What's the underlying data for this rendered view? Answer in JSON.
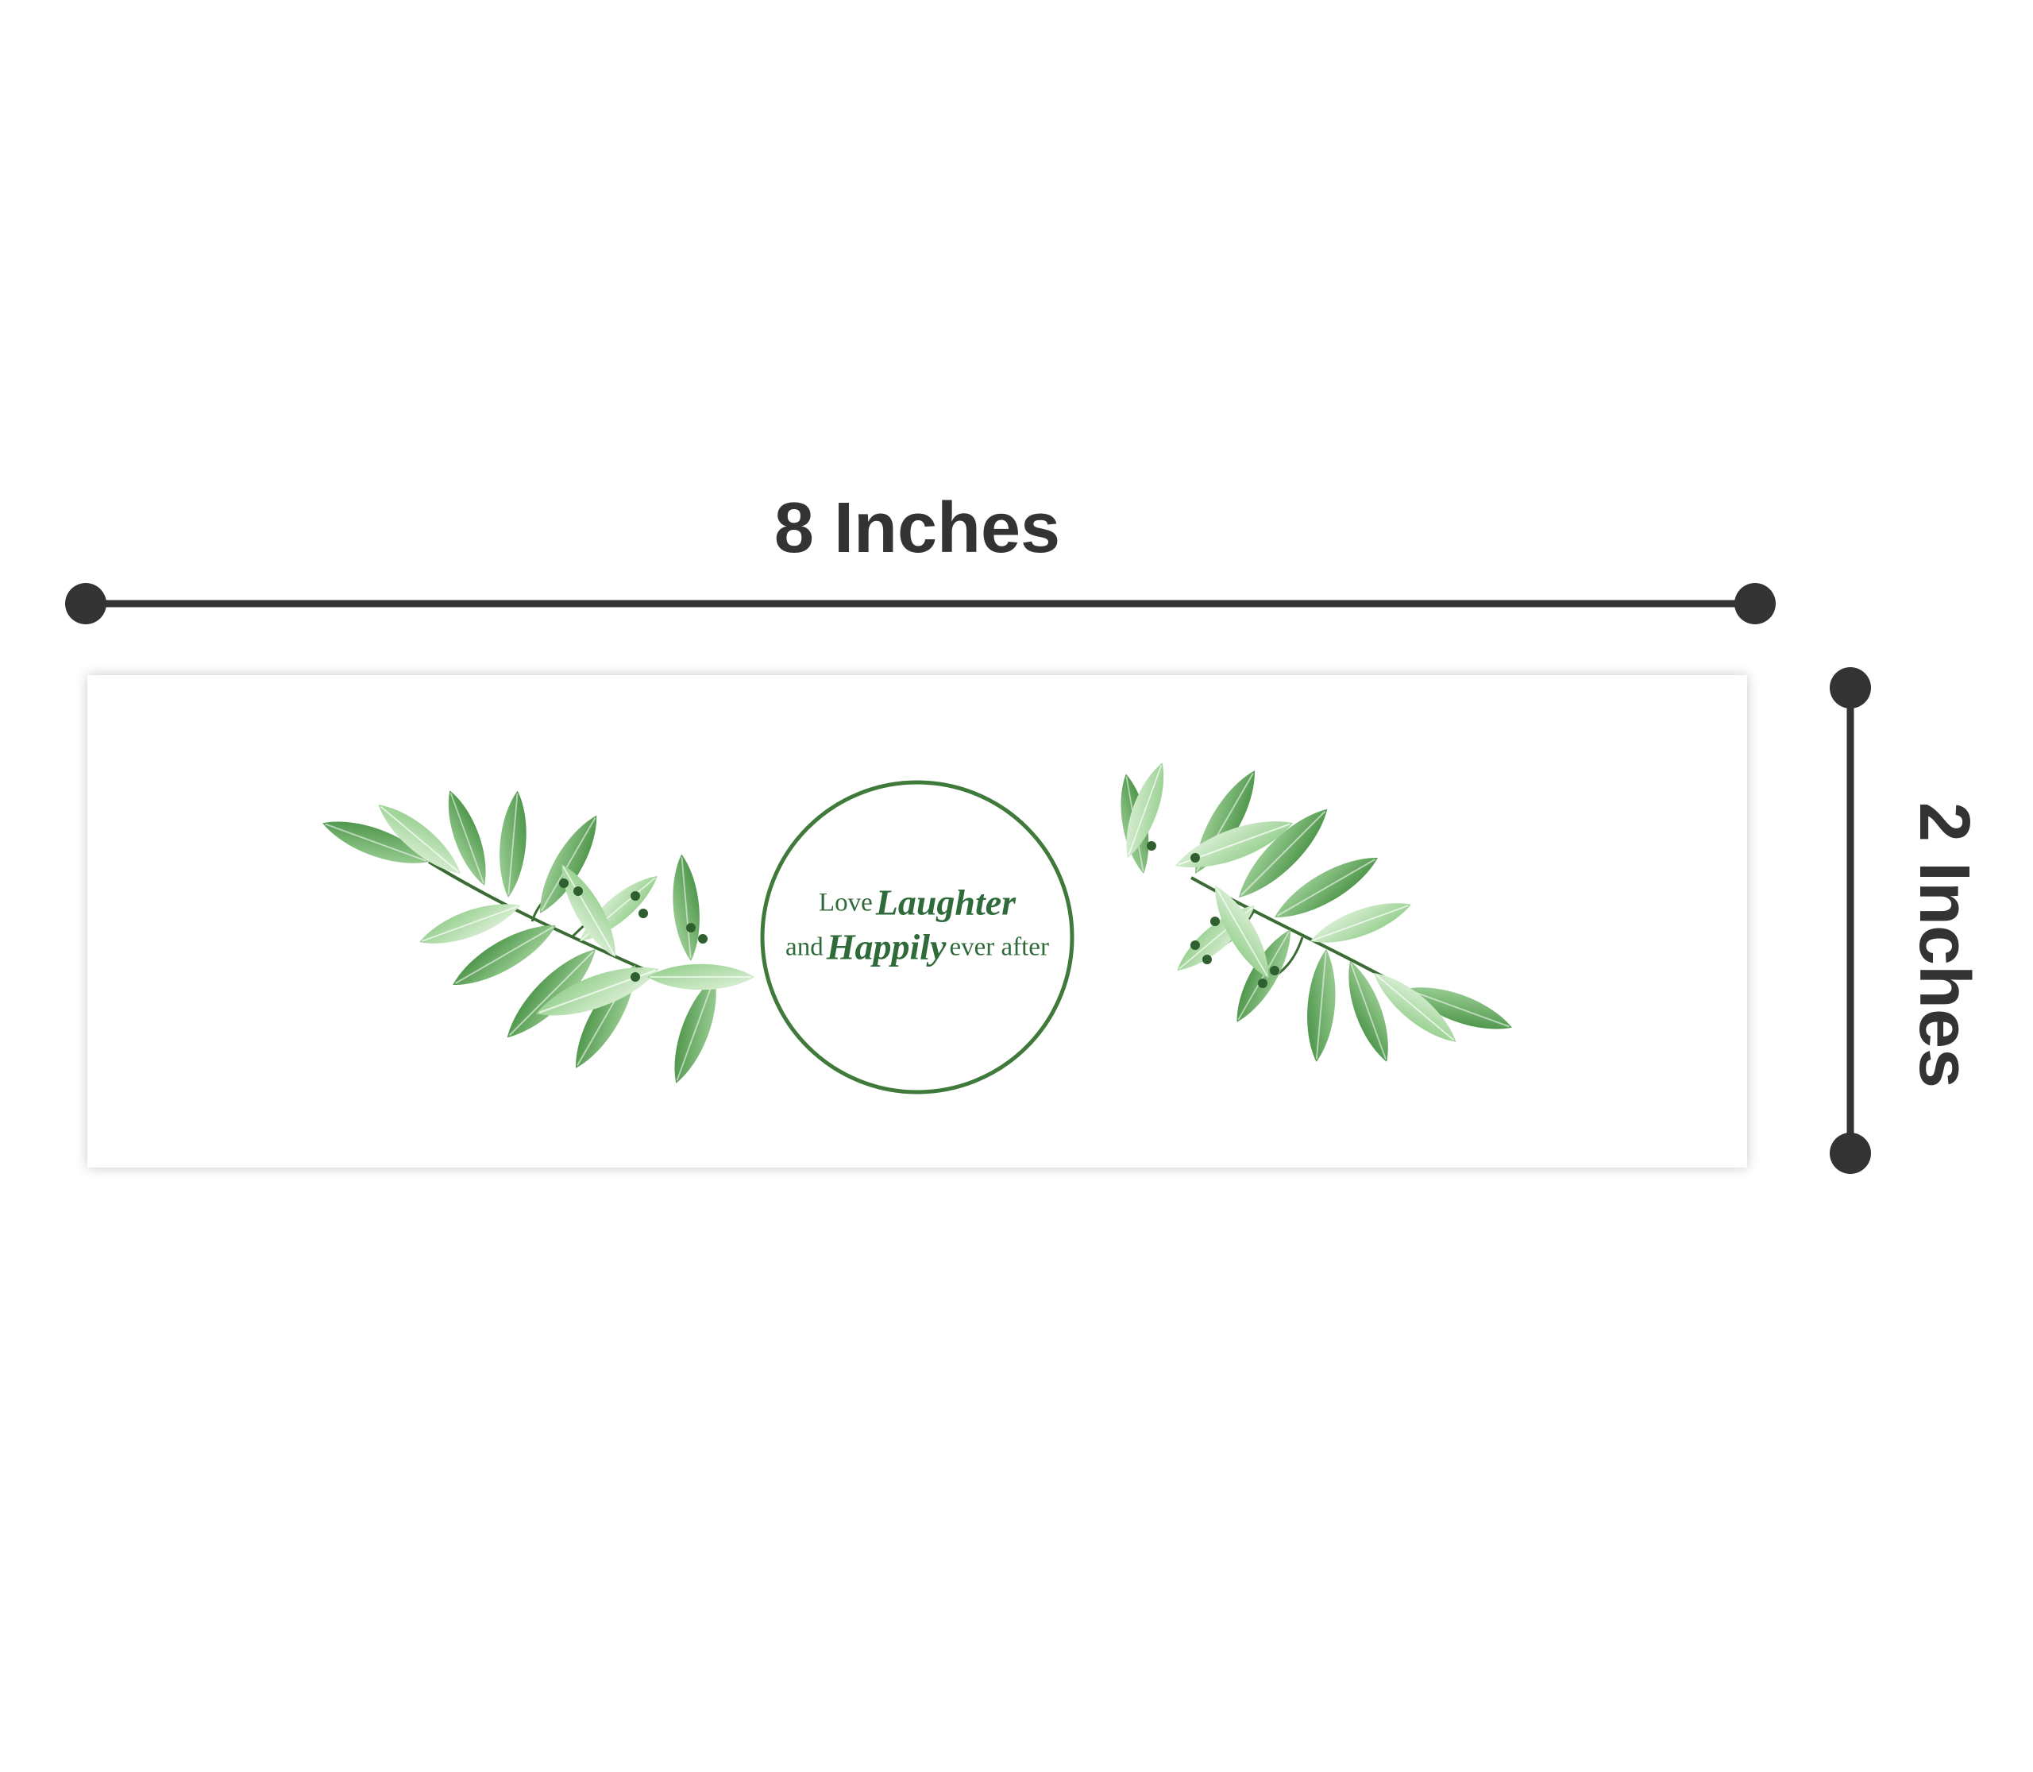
{
  "dimensions": {
    "width_label": "8 Inches",
    "height_label": "2 Inches",
    "line_color": "#333333"
  },
  "banner": {
    "motto": {
      "line1": {
        "word1": "Love",
        "word2": "Laughter"
      },
      "line2": {
        "word1": "and",
        "word2": "Happily",
        "word3": "ever after"
      }
    },
    "colors": {
      "text": "#2f6b3a",
      "ring": "#3f7a3a",
      "leaf_dark": "#3e8a3c",
      "leaf_mid": "#6db56a",
      "leaf_light": "#c9e6c3",
      "berry": "#2f5f2e"
    }
  }
}
